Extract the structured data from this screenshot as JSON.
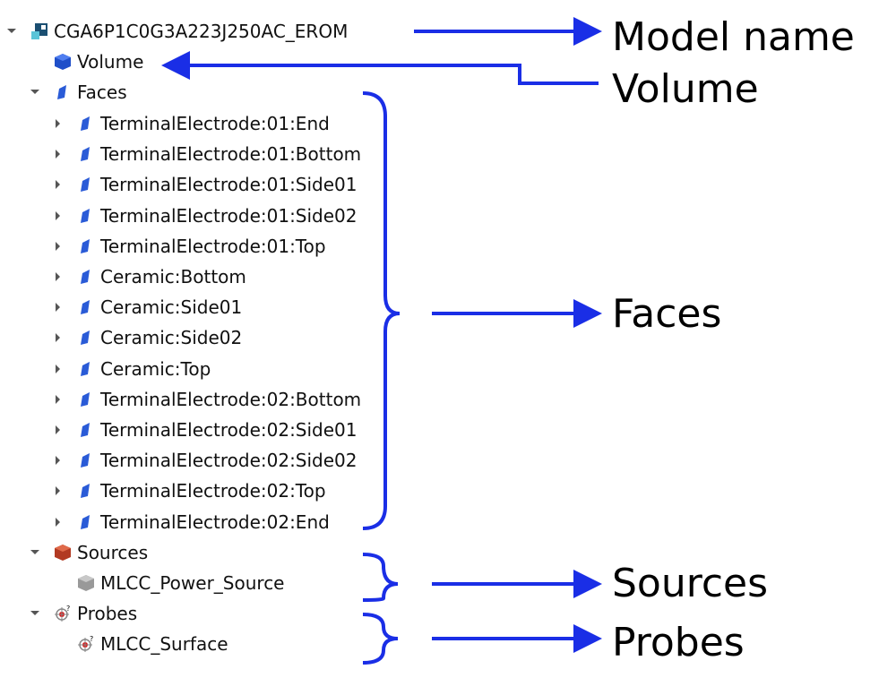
{
  "tree": {
    "model": "CGA6P1C0G3A223J250AC_EROM",
    "volume": "Volume",
    "faces": "Faces",
    "face_items": [
      "TerminalElectrode:01:End",
      "TerminalElectrode:01:Bottom",
      "TerminalElectrode:01:Side01",
      "TerminalElectrode:01:Side02",
      "TerminalElectrode:01:Top",
      "Ceramic:Bottom",
      "Ceramic:Side01",
      "Ceramic:Side02",
      "Ceramic:Top",
      "TerminalElectrode:02:Bottom",
      "TerminalElectrode:02:Side01",
      "TerminalElectrode:02:Side02",
      "TerminalElectrode:02:Top",
      "TerminalElectrode:02:End"
    ],
    "sources": "Sources",
    "source_item": "MLCC_Power_Source",
    "probes": "Probes",
    "probe_item": "MLCC_Surface"
  },
  "annotations": {
    "model_name": "Model name",
    "volume": "Volume",
    "faces": "Faces",
    "sources": "Sources",
    "probes": "Probes"
  },
  "colors": {
    "annotation": "#1a2ee6",
    "face_icon": "#2a5bd7",
    "source_icon": "#c0442a"
  }
}
